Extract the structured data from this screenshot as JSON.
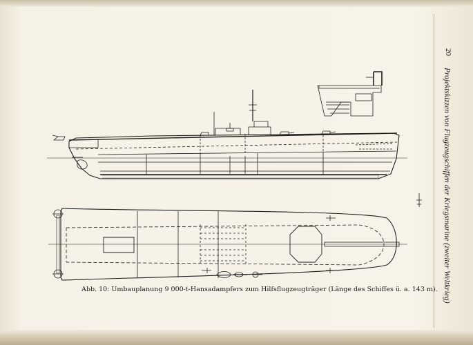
{
  "page": {
    "page_number": "20",
    "running_title": "Projektskizzen von Flugzeugschiffen der Kriegsmarine (zweiter Weltkrieg)"
  },
  "figure": {
    "caption": "Abb. 10: Umbauplanung 9 000-t-Hansadampfers zum Hilfsflugzeugträger (Länge des Schiffes ü. a. 143 m)."
  }
}
